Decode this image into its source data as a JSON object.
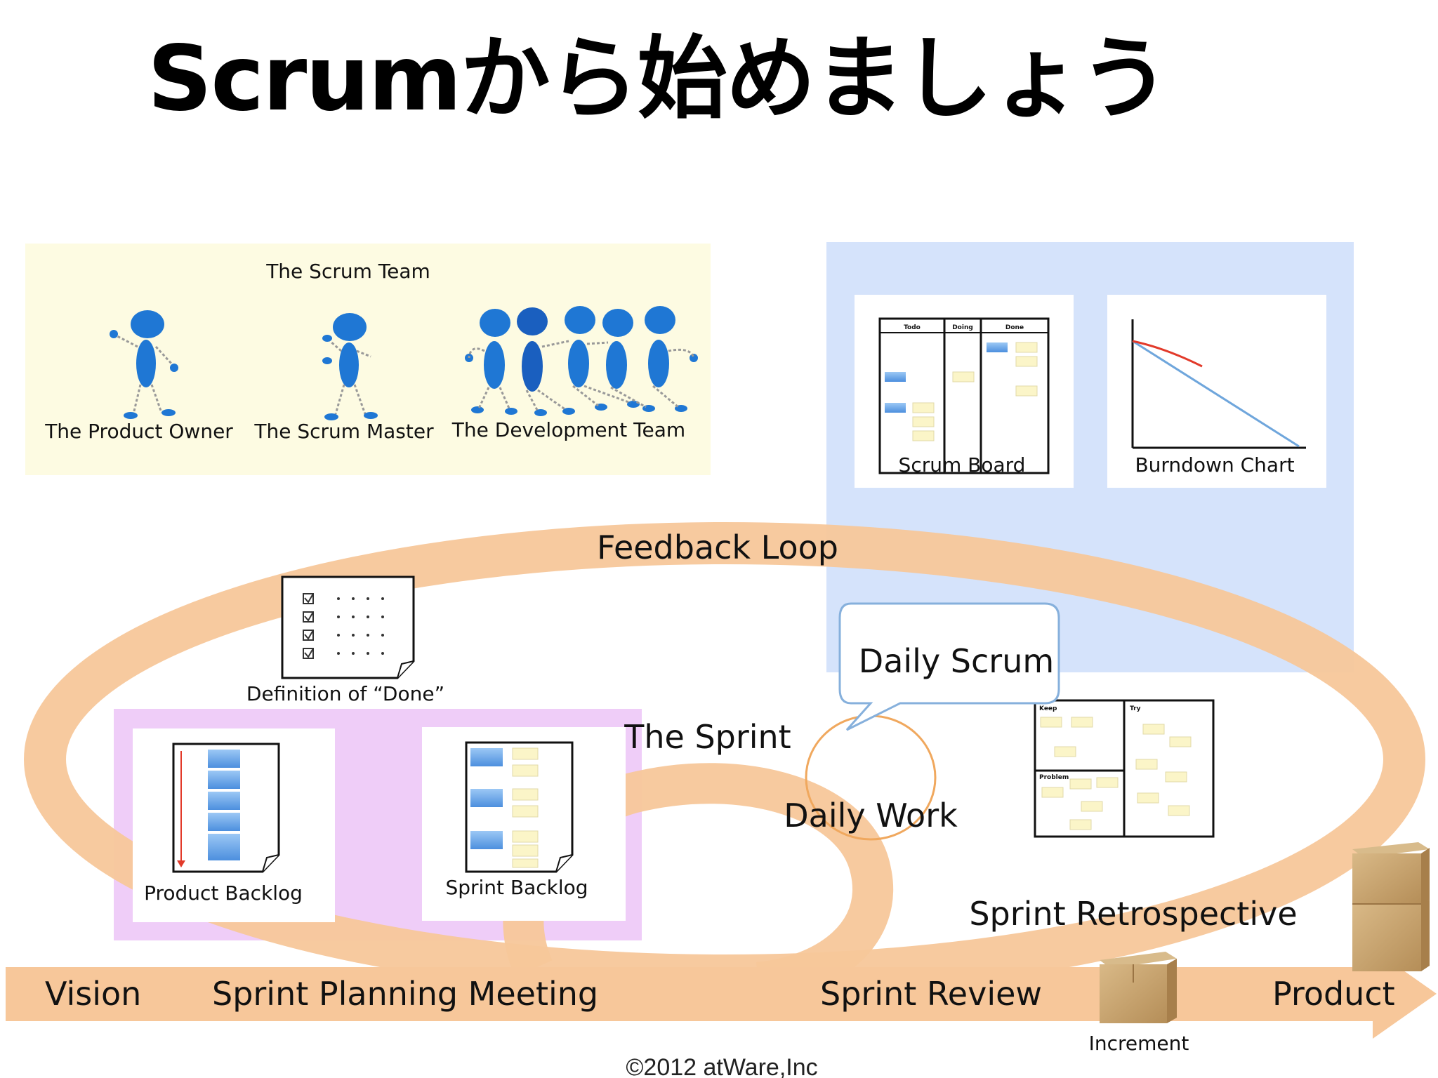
{
  "title": "Scrumから始めましょう",
  "team": {
    "heading": "The Scrum Team",
    "product_owner": "The Product Owner",
    "scrum_master": "The Scrum Master",
    "development_team": "The Development Team"
  },
  "artifacts": {
    "scrum_board": "Scrum Board",
    "scrum_board_columns": [
      "Todo",
      "Doing",
      "Done"
    ],
    "burndown_chart": "Burndown Chart",
    "definition_of_done": "Definition of “Done”",
    "product_backlog": "Product Backlog",
    "sprint_backlog": "Sprint Backlog",
    "retro_sections": [
      "Keep",
      "Try",
      "Problem"
    ],
    "increment": "Increment"
  },
  "flow": {
    "feedback_loop": "Feedback Loop",
    "daily_scrum": "Daily Scrum",
    "the_sprint": "The Sprint",
    "daily_work": "Daily Work",
    "sprint_retrospective": "Sprint Retrospective",
    "vision": "Vision",
    "sprint_planning_meeting": "Sprint Planning Meeting",
    "sprint_review": "Sprint Review",
    "product": "Product"
  },
  "footer": {
    "copyright": "©2012 atWare,Inc"
  },
  "colors": {
    "team_panel": "#fdfbe2",
    "tools_panel": "#d5e3fb",
    "backlog_panel": "#efcdf8",
    "flow_arrow": "#f7c79a",
    "figure_blue": "#1f77d4",
    "box_brown": "#c9a571"
  }
}
